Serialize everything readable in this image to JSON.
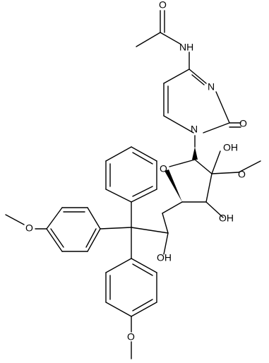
{
  "labels": {
    "amide_o": "O",
    "amide_n": "NH",
    "pyrimidine_n3": "N",
    "pyrimidine_n1": "N",
    "carbonyl_o": "O",
    "ring_o": "O",
    "c2_oh": "OH",
    "c2_ome_o": "O",
    "c3_oh": "OH",
    "c5_oh": "OH",
    "left_anisyl_o": "O",
    "lower_anisyl_o": "O"
  },
  "colors": {
    "ink": "#000000",
    "background": "#ffffff"
  }
}
